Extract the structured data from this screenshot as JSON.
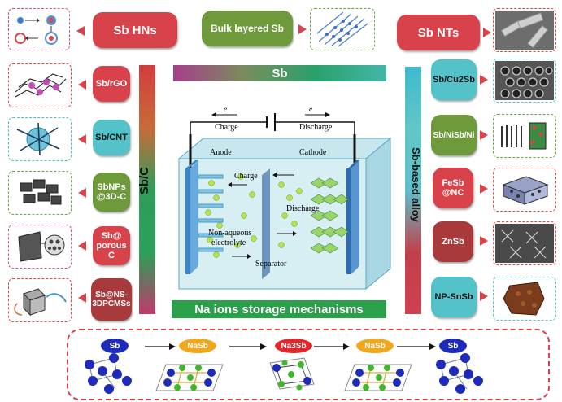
{
  "top": {
    "sb_hns": "Sb HNs",
    "bulk": "Bulk layered Sb",
    "sb_nts": "Sb NTs"
  },
  "center_bar": "Sb",
  "bottom_bar": "Na ions storage mechanisms",
  "left_vertical": "Sb/C",
  "right_vertical": "Sb-based alloy",
  "left_items": [
    "Sb/rGO",
    "Sb/CNT",
    "SbNPs\n@3D-C",
    "Sb@\nporous C",
    "Sb@NS-\n3DPCMSs"
  ],
  "right_items": [
    "Sb/Cu2Sb",
    "Sb/NiSb/Ni",
    "FeSb\n@NC",
    "ZnSb",
    "NP-SnSb"
  ],
  "battery": {
    "charge_top": "Charge",
    "discharge_top": "Discharge",
    "e_left": "e",
    "e_right": "e",
    "anode": "Anode",
    "cathode": "Cathode",
    "charge_inner": "Charge",
    "discharge_inner": "Discharge",
    "electrolyte_1": "Non-aqueous",
    "electrolyte_2": "electrolyte",
    "separator": "Separator"
  },
  "phases": [
    "Sb",
    "NaSb",
    "Na3Sb",
    "NaSb",
    "Sb"
  ],
  "colors": {
    "red": "#d8424a",
    "green": "#6e9a3c",
    "teal": "#53c3c9",
    "dark_red": "#a83a3c",
    "na_green": "#2fa44a"
  }
}
